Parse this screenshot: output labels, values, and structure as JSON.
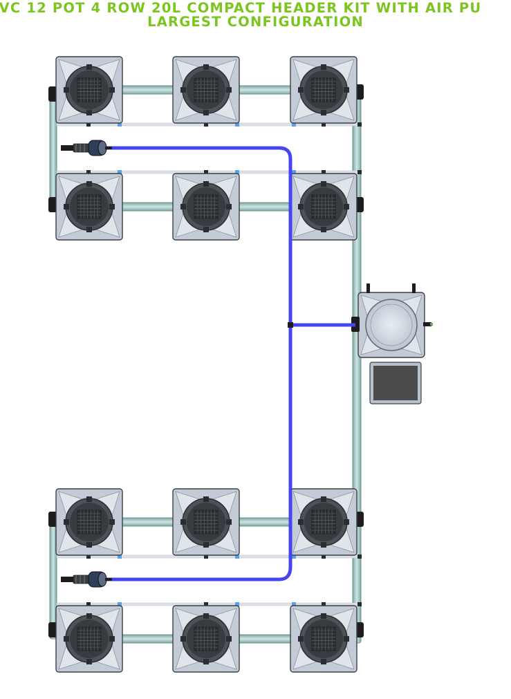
{
  "title": {
    "line1": "VC 12 POT 4 ROW 20L COMPACT HEADER KIT WITH AIR PU",
    "line2": "LARGEST CONFIGURATION"
  },
  "colors": {
    "title_green": "#7cc520",
    "air_line_blue": "#4646f0",
    "pot_grey": "#c3ccd6",
    "pipe_teal": "#9fc6c4",
    "water_line_grey": "#dde0e7",
    "fitting_blue": "#5aa0e6",
    "control_panel": "#4b4b4b"
  },
  "diagram": {
    "pot_count": 12,
    "row_count": 4,
    "pots_per_row": 3,
    "icons": [
      "pot-icon",
      "air-pump-icon",
      "header-tank-icon",
      "control-panel-icon",
      "air-stone-icon"
    ]
  }
}
